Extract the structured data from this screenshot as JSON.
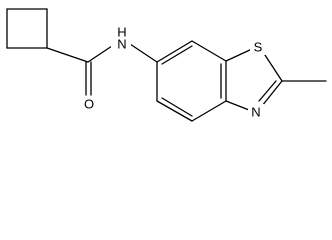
{
  "molecule": {
    "atoms": {
      "amide_nitrogen": "N",
      "amide_hydrogen": "H",
      "carbonyl_oxygen": "O",
      "ring_sulfur": "S",
      "ring_nitrogen": "N"
    },
    "colors": {
      "bond": "#000000",
      "label": "#000000",
      "background": "#ffffff"
    }
  }
}
